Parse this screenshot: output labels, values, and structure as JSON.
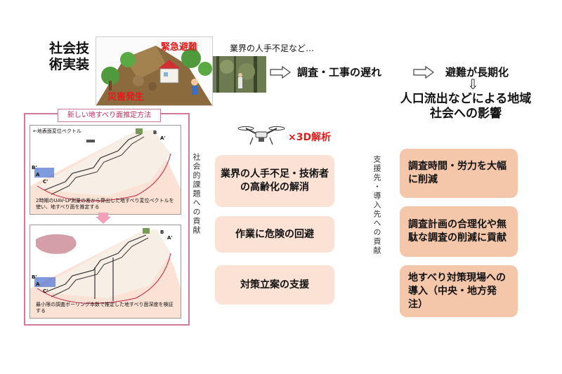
{
  "top": {
    "title_line1": "社会技",
    "title_line2": "術実装",
    "illus_emergency": "緊急避難",
    "illus_disaster": "災害発生",
    "shortage_small": "業界の人手不足など…",
    "delay": "調査・工事の遅れ",
    "prolonged": "避難が長期化",
    "down_arrow": "⇩",
    "impact": "人口流出などによる地域社会への影響"
  },
  "method": {
    "title": "新しい地すべり面推定方法",
    "legend": "←地表面変位ベクトル",
    "caption1": "2時期のUAV-LP測量の差から算出した地すべり変位ベクトルを使い、地すべり面を推定する",
    "caption2": "最小限の調査ボーリング本数で推定した地すべり面深度を検証する",
    "labels": [
      "B",
      "A'",
      "B'",
      "A",
      "C'",
      "B",
      "A'",
      "B'",
      "A",
      "C'"
    ]
  },
  "center": {
    "vertical_label": "社会的課題への貢献",
    "drone_label": "×3D解析",
    "items": [
      "業界の人手不足・技術者の高齢化の解消",
      "作業に危険の回避",
      "対策立案の支援"
    ]
  },
  "right": {
    "vertical_label": "支援先・導入先への貢献",
    "items": [
      "調査時間・労力を大幅に削減",
      "調査計画の合理化や無駄な調査の削減に貢献",
      "地すべり対策現場への導入（中央・地方発注）"
    ]
  },
  "colors": {
    "accent_red": "#e21a1a",
    "pill_light": "#fbe2d4",
    "pill_dark": "#f4c7aa",
    "frame_pink": "#d07a9a"
  }
}
